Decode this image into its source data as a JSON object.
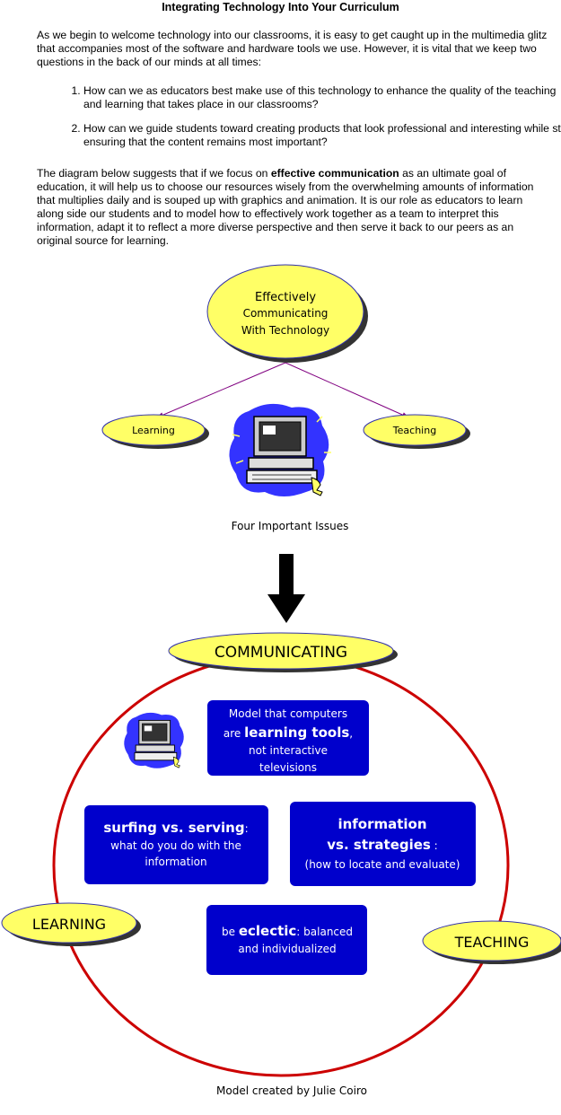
{
  "title": "Integrating Technology Into Your Curriculum",
  "intro": "As we begin to welcome technology into our classrooms, it is easy to get caught up in the multimedia glitz that accompanies most of the software and hardware tools we use. However, it is vital that we keep two questions in the back of our minds at all times:",
  "questions": [
    "How can we as educators best make use of this technology to enhance the quality of the teaching and learning that takes place in our classrooms?",
    "How can we guide students toward creating products that look professional and interesting while still ensuring that the content remains most important?"
  ],
  "summary": {
    "before": "The diagram below suggests that if we focus on ",
    "bold": "effective communication",
    "after": " as an ultimate goal of education, it will help us to choose our resources wisely from the overwhelming amounts of information that multiplies daily and is souped up with graphics and animation. It is our role as educators to learn along side our students and to model how to effectively work together as a team to interpret this information, adapt it to reflect a more diverse perspective and then serve it back to our peers as an original source for learning."
  },
  "diagram": {
    "center": {
      "line1": "Effectively",
      "line2": "Communicating",
      "line3": "With Technology"
    },
    "left_node": "Learning",
    "right_node": "Teaching",
    "caption": "Four Important Issues",
    "communicating": "COMMUNICATING",
    "learning": "LEARNING",
    "teaching": "TEACHING",
    "box1": {
      "line1": "Model that computers",
      "line2_pre": "are ",
      "line2_bold": "learning tools",
      "line2_post": ",",
      "line3": "not interactive",
      "line4": "televisions"
    },
    "box2": {
      "line1_bold": "surfing vs. serving",
      "line1_post": ":",
      "line2": "what do you do with the",
      "line3": "information"
    },
    "box3": {
      "line1_bold": "information",
      "line2_bold": "vs. strategies",
      "line2_post": " :",
      "line3": "(how to locate and evaluate)"
    },
    "box4": {
      "line1_pre": "be ",
      "line1_bold": "eclectic",
      "line1_post": ": balanced",
      "line2": "and individualized"
    }
  },
  "credit": "Model created by Julie Coiro",
  "colors": {
    "yellow": "#ffff66",
    "box_blue": "#0000cc",
    "ring_red": "#cc0000",
    "arrow_purple": "#800080",
    "splash_blue": "#3333ff"
  }
}
